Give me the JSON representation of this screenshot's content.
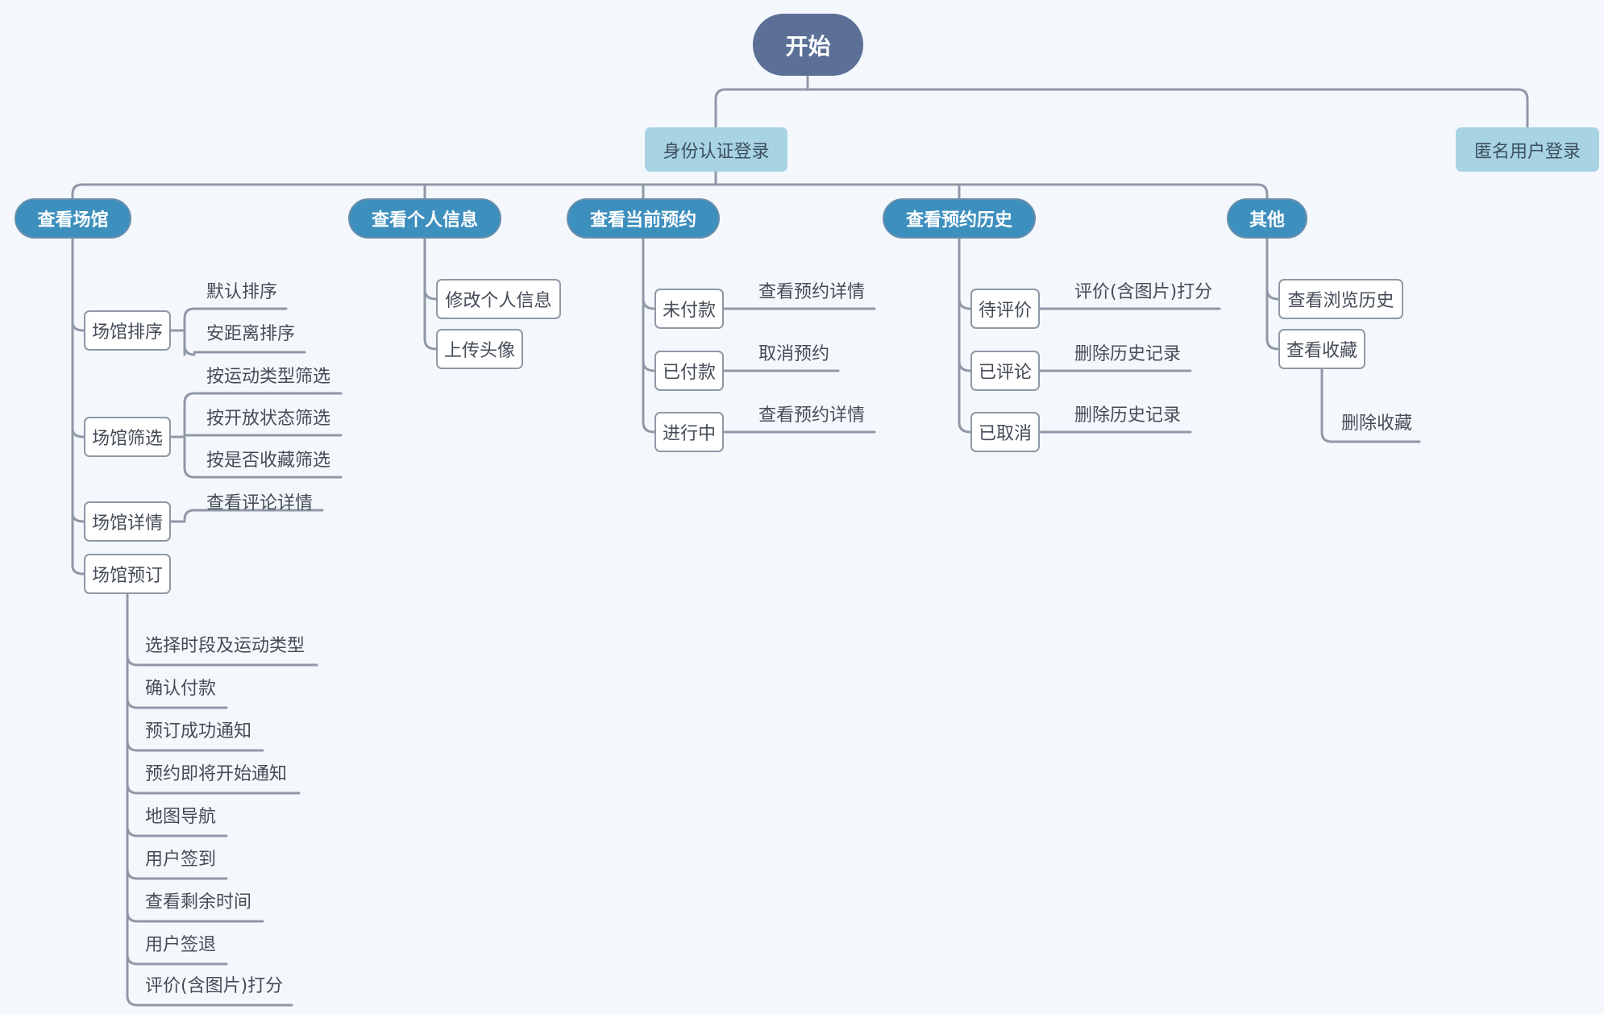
{
  "root": {
    "label": "开始"
  },
  "login": {
    "auth": "身份认证登录",
    "anonymous": "匿名用户登录"
  },
  "venue": {
    "label": "查看场馆",
    "sort": {
      "label": "场馆排序",
      "items": [
        "默认排序",
        "安距离排序"
      ]
    },
    "filter": {
      "label": "场馆筛选",
      "items": [
        "按运动类型筛选",
        "按开放状态筛选",
        "按是否收藏筛选"
      ]
    },
    "detail": {
      "label": "场馆详情",
      "items": [
        "查看评论详情"
      ]
    },
    "booking": {
      "label": "场馆预订",
      "items": [
        "选择时段及运动类型",
        "确认付款",
        "预订成功通知",
        "预约即将开始通知",
        "地图导航",
        "用户签到",
        "查看剩余时间",
        "用户签退",
        "评价(含图片)打分"
      ]
    }
  },
  "profile": {
    "label": "查看个人信息",
    "items": [
      "修改个人信息",
      "上传头像"
    ]
  },
  "current": {
    "label": "查看当前预约",
    "unpaid": {
      "label": "未付款",
      "item": "查看预约详情"
    },
    "paid": {
      "label": "已付款",
      "item": "取消预约"
    },
    "ongoing": {
      "label": "进行中",
      "item": "查看预约详情"
    }
  },
  "history": {
    "label": "查看预约历史",
    "pending": {
      "label": "待评价",
      "item": "评价(含图片)打分"
    },
    "reviewed": {
      "label": "已评论",
      "item": "删除历史记录"
    },
    "cancelled": {
      "label": "已取消",
      "item": "删除历史记录"
    }
  },
  "other": {
    "label": "其他",
    "browse": {
      "label": "查看浏览历史"
    },
    "favorites": {
      "label": "查看收藏",
      "item": "删除收藏"
    }
  },
  "colors": {
    "background": "#f4f8fd",
    "root": "#5b6f97",
    "level1": "#a7d3e3",
    "level2": "#3d8fbe",
    "line": "#8f98a6"
  }
}
